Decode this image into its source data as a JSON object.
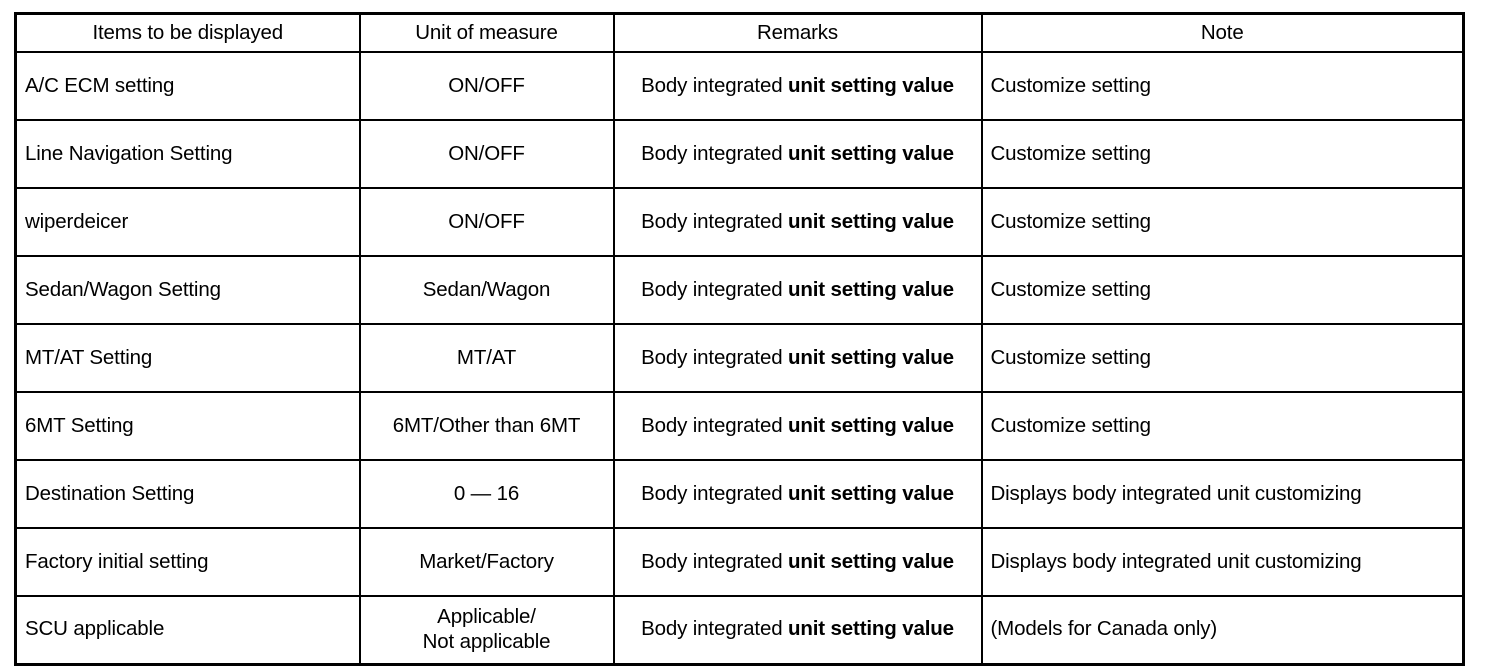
{
  "table": {
    "columns": [
      {
        "key": "item",
        "label": "Items to be displayed"
      },
      {
        "key": "unit",
        "label": "Unit of measure"
      },
      {
        "key": "remarks",
        "label": "Remarks"
      },
      {
        "key": "note",
        "label": "Note"
      }
    ],
    "remarks_common_prefix": "Body integrated ",
    "remarks_common_suffix": "unit setting value",
    "rows": [
      {
        "item": "A/C ECM setting",
        "unit": "ON/OFF",
        "remarks_a": "Body integrated ",
        "remarks_b": "unit setting value",
        "note": "Customize setting"
      },
      {
        "item": "Line Navigation Setting",
        "unit": "ON/OFF",
        "remarks_a": "Body integrated ",
        "remarks_b": "unit setting value",
        "note": "Customize setting"
      },
      {
        "item": "wiperdeicer",
        "unit": "ON/OFF",
        "remarks_a": "Body integrated ",
        "remarks_b": "unit setting value",
        "note": "Customize setting"
      },
      {
        "item": "Sedan/Wagon Setting",
        "unit": "Sedan/Wagon",
        "remarks_a": "Body integrated ",
        "remarks_b": "unit setting value",
        "note": "Customize setting"
      },
      {
        "item": "MT/AT Setting",
        "unit": "MT/AT",
        "remarks_a": "Body integrated ",
        "remarks_b": "unit setting value",
        "note": "Customize setting"
      },
      {
        "item": "6MT Setting",
        "unit": "6MT/Other than 6MT",
        "remarks_a": "Body integrated ",
        "remarks_b": "unit setting value",
        "note": "Customize setting"
      },
      {
        "item": "Destination Setting",
        "unit": "0 — 16",
        "remarks_a": "Body integrated ",
        "remarks_b": "unit setting value",
        "note": "Displays body integrated unit customizing"
      },
      {
        "item": "Factory initial setting",
        "unit": "Market/Factory",
        "remarks_a": "Body integrated ",
        "remarks_b": "unit setting value",
        "note": "Displays body integrated unit customizing"
      },
      {
        "item": "SCU applicable",
        "unit": "Applicable/\nNot applicable",
        "remarks_a": "Body integrated ",
        "remarks_b": "unit setting value",
        "note": "(Models for Canada only)"
      }
    ]
  },
  "colors": {
    "border": "#000000",
    "text": "#000000",
    "background": "#ffffff"
  }
}
